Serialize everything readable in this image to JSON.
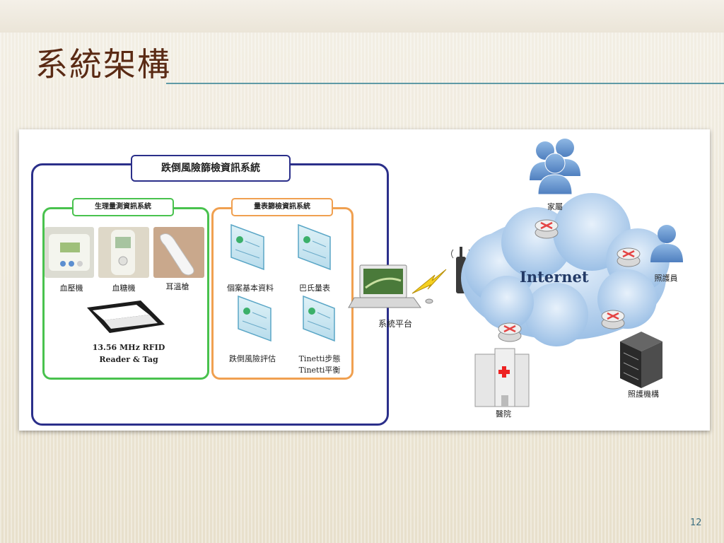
{
  "slide": {
    "title": "系統架構",
    "page_number": "12"
  },
  "diagram": {
    "outer_box_title": "跌倒風險篩檢資訊系統",
    "physiological_box_title": "生理量測資訊系統",
    "scale_box_title": "量表篩檢資訊系統",
    "devices": {
      "blood_pressure": "血壓機",
      "blood_glucose": "血糖機",
      "ear_thermometer": "耳溫槍",
      "rfid_line1": "13.56 MHz RFID",
      "rfid_line2": "Reader & Tag"
    },
    "forms": {
      "personal_data": "個案基本資料",
      "barthel": "巴氏量表",
      "fall_risk": "跌倒風險評估",
      "tinetti_line1": "Tinetti步態",
      "tinetti_line2": "Tinetti平衡"
    },
    "system_platform": "系統平台",
    "internet": "Internet",
    "family": "家屬",
    "caregiver": "照護員",
    "hospital": "醫院",
    "care_institution": "照護機構"
  },
  "colors": {
    "title_text": "#5a2a14",
    "title_rule": "#5f9aa6",
    "outer_border": "#2b2f8a",
    "green_border": "#49c24e",
    "orange_border": "#f0a050",
    "cloud": "#a9c9ea",
    "person": "#6b9bd0",
    "router": "#e44444"
  },
  "icons": [
    "person-group-icon",
    "person-icon",
    "router-icon",
    "cloud-icon",
    "laptop-icon",
    "antenna-icon",
    "lightning-icon",
    "hospital-building-icon",
    "server-rack-icon",
    "form-document-icon",
    "blood-pressure-device-icon",
    "glucose-meter-icon",
    "thermometer-icon",
    "rfid-reader-icon"
  ]
}
